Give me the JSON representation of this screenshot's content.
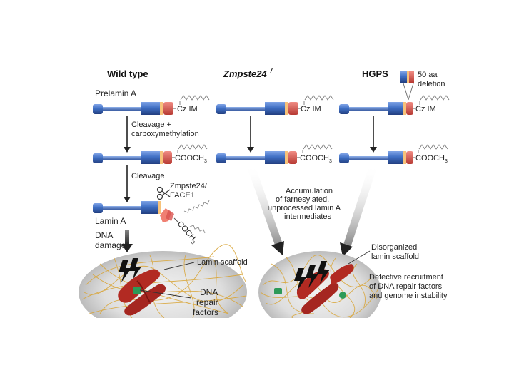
{
  "headers": {
    "wild_type": "Wild type",
    "zmpste": "Zmpste24",
    "zmpste_sup": "–/–",
    "hgps": "HGPS"
  },
  "labels": {
    "prelamin_a": "Prelamin A",
    "cleavage_carboxy": [
      "Cleavage +",
      "carboxymethylation"
    ],
    "cleavage": "Cleavage",
    "enzyme": [
      "Zmpste24/",
      "FACE1"
    ],
    "lamin_a": "Lamin A",
    "dna_damage": [
      "DNA",
      "damage"
    ],
    "lamin_scaffold": "Lamin scaffold",
    "dna_repair": [
      "DNA",
      "repair",
      "factors"
    ],
    "accumulation": [
      "Accumulation",
      "of farnesylated,",
      "unprocessed lamin A",
      "intermediates"
    ],
    "deletion": [
      "50 aa",
      "deletion"
    ],
    "disorganized": [
      "Disorganized",
      "lamin scaffold"
    ],
    "defective": [
      "Defective recruitment",
      "of DNA repair factors",
      "and genome instability"
    ]
  },
  "group_labels": {
    "cz_im": "Cz IM",
    "cooch3": "COOCH",
    "sub3": "3",
    "coch3_cleaved": "COCH"
  },
  "colors": {
    "protein_blue": "#3f6fc4",
    "c_term_red": "#d9534f",
    "c_term_orange": "#f0a050",
    "lamina_gold": "#d9a63a",
    "chromosome_red": "#b22a22",
    "repair_green": "#2e9a58",
    "nucleus_gray": "#cfcfcf"
  }
}
